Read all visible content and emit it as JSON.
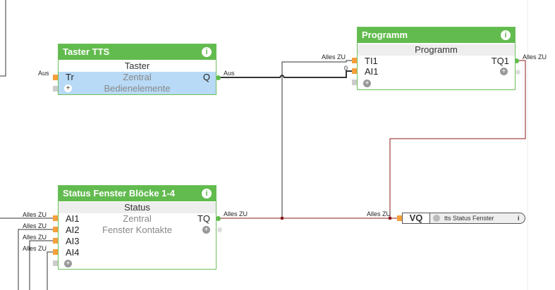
{
  "blocks": {
    "taster": {
      "title": "Taster TTS",
      "subtitle": "Taster",
      "input": "Tr",
      "output": "Q",
      "line1": "Zentral",
      "line2": "Bedienelemente",
      "in_value": "Aus",
      "out_value": "Aus"
    },
    "programm": {
      "title": "Programm",
      "subtitle": "Programm",
      "inputs": [
        "TI1",
        "AI1"
      ],
      "output": "TQ1",
      "in_values": [
        "Alles ZU",
        "0"
      ],
      "out_value": "Alles ZU"
    },
    "status": {
      "title": "Status Fenster Blöcke 1-4",
      "subtitle": "Status",
      "inputs": [
        "AI1",
        "AI2",
        "AI3",
        "AI4"
      ],
      "output": "TQ",
      "line1": "Zentral",
      "line2": "Fenster Kontakte",
      "in_values": [
        "Alles ZU",
        "Alles ZU",
        "Alles ZU",
        "Alles ZU"
      ],
      "out_value": "Alles ZU"
    }
  },
  "variable": {
    "name": "VQ",
    "label": "tts Status Fenster",
    "in_value": "Alles ZU"
  },
  "colors": {
    "header": "#62bb4e",
    "highlight": "#b8daf6",
    "wire": "#333333",
    "active_wire": "#8b1a1a"
  }
}
